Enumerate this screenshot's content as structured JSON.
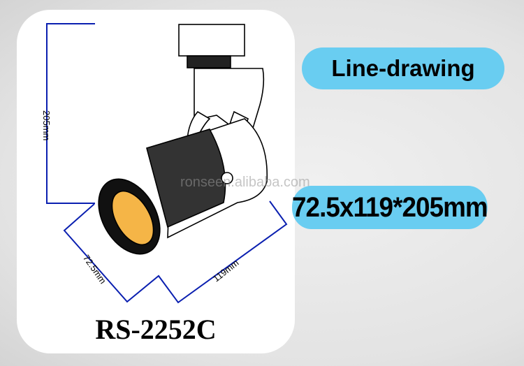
{
  "labels": {
    "line_drawing": "Line-drawing",
    "dimensions": "72.5x119*205mm",
    "model": "RS-2252C"
  },
  "dimensions": {
    "height": "205mm",
    "diameter": "72.5mm",
    "length": "119mm"
  },
  "watermark": "ronseen.alibaba.com",
  "colors": {
    "pill": "#69cdf1",
    "dimension_line": "#0a1fb0",
    "led": "#f5b547"
  }
}
